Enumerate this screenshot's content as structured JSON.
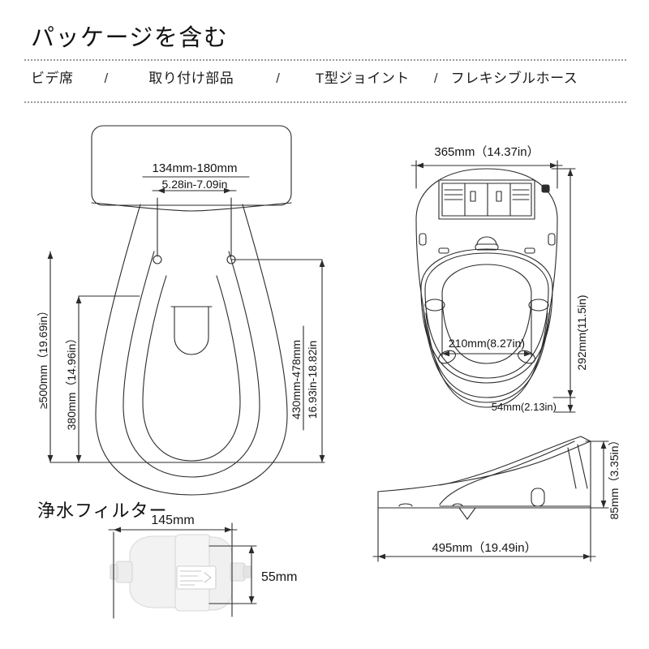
{
  "header": {
    "title": "パッケージを含む",
    "contents": [
      {
        "label": "ビデ席"
      },
      {
        "label": "取り付け部品"
      },
      {
        "label": "T型ジョイント"
      },
      {
        "label": "フレキシブルホース"
      }
    ],
    "separator": "/"
  },
  "sections": {
    "filter_label": "浄水フィルター"
  },
  "top_view": {
    "mount_spacing_mm": "134mm-180mm",
    "mount_spacing_in": "5.28in-7.09in",
    "clearance": "≥500mm（19.69in）",
    "depth_380": "380mm（14.96in）",
    "length_mm": "430mm-478mm",
    "length_in": "16.93in-18.82in"
  },
  "plan_view": {
    "width": "365mm（14.37in）",
    "height": "292mm(11.5in)",
    "seat_opening": "210mm(8.27in)",
    "thickness": "54mm(2.13in)"
  },
  "side_view": {
    "length": "495mm（19.49in）",
    "height": "85mm（3.35in）"
  },
  "filter_view": {
    "length": "145mm",
    "diameter": "55mm"
  },
  "colors": {
    "line": "#2b2b2b",
    "text": "#141414",
    "background": "#ffffff",
    "rule": "#9a9a9a"
  }
}
